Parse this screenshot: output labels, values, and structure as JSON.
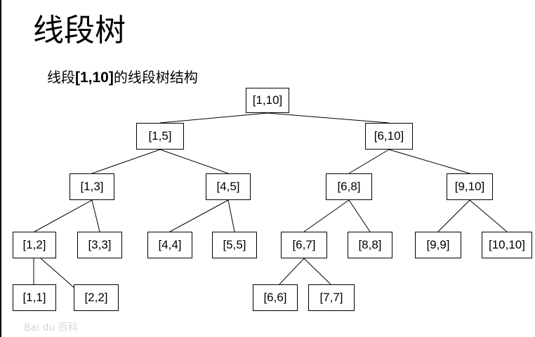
{
  "title": "线段树",
  "subtitle": {
    "prefix": "线段",
    "bold": "[1,10]",
    "suffix": "的线段树结构"
  },
  "tree": {
    "nodes": [
      {
        "id": "n-1-10",
        "label": "[1,10]"
      },
      {
        "id": "n-1-5",
        "label": "[1,5]"
      },
      {
        "id": "n-6-10",
        "label": "[6,10]"
      },
      {
        "id": "n-1-3",
        "label": "[1,3]"
      },
      {
        "id": "n-4-5",
        "label": "[4,5]"
      },
      {
        "id": "n-6-8",
        "label": "[6,8]"
      },
      {
        "id": "n-9-10",
        "label": "[9,10]"
      },
      {
        "id": "n-1-2",
        "label": "[1,2]"
      },
      {
        "id": "n-3-3",
        "label": "[3,3]"
      },
      {
        "id": "n-4-4",
        "label": "[4,4]"
      },
      {
        "id": "n-5-5",
        "label": "[5,5]"
      },
      {
        "id": "n-6-7",
        "label": "[6,7]"
      },
      {
        "id": "n-8-8",
        "label": "[8,8]"
      },
      {
        "id": "n-9-9",
        "label": "[9,9]"
      },
      {
        "id": "n-10-10",
        "label": "[10,10]"
      },
      {
        "id": "n-1-1",
        "label": "[1,1]"
      },
      {
        "id": "n-2-2",
        "label": "[2,2]"
      },
      {
        "id": "n-6-6",
        "label": "[6,6]"
      },
      {
        "id": "n-7-7",
        "label": "[7,7]"
      }
    ],
    "edges": [
      [
        "n-1-10",
        "n-1-5"
      ],
      [
        "n-1-10",
        "n-6-10"
      ],
      [
        "n-1-5",
        "n-1-3"
      ],
      [
        "n-1-5",
        "n-4-5"
      ],
      [
        "n-6-10",
        "n-6-8"
      ],
      [
        "n-6-10",
        "n-9-10"
      ],
      [
        "n-1-3",
        "n-1-2"
      ],
      [
        "n-1-3",
        "n-3-3"
      ],
      [
        "n-4-5",
        "n-4-4"
      ],
      [
        "n-4-5",
        "n-5-5"
      ],
      [
        "n-6-8",
        "n-6-7"
      ],
      [
        "n-6-8",
        "n-8-8"
      ],
      [
        "n-9-10",
        "n-9-9"
      ],
      [
        "n-9-10",
        "n-10-10"
      ],
      [
        "n-1-2",
        "n-1-1"
      ],
      [
        "n-1-2",
        "n-2-2"
      ],
      [
        "n-6-7",
        "n-6-6"
      ],
      [
        "n-6-7",
        "n-7-7"
      ]
    ]
  },
  "watermark": "Bai du 百科"
}
